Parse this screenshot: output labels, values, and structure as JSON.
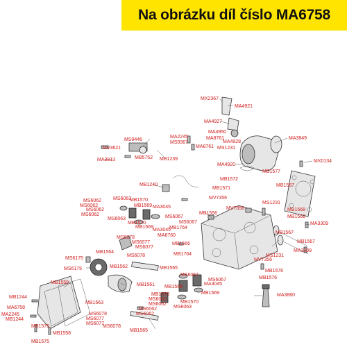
{
  "banner": {
    "text": "Na obrázku díl číslo MA6758",
    "color": "#ffe400"
  },
  "labels": [
    "MX2367",
    "MA4921",
    "MA4927",
    "MA4950",
    "MA8761",
    "MA4928",
    "MS1231",
    "MA3849",
    "MA4920",
    "MB1577",
    "MX0134",
    "MA2245",
    "MS9367",
    "MA8761",
    "MS9446",
    "MV3621",
    "MB5752",
    "MA3813",
    "MB1239",
    "MB1572",
    "MB1571",
    "MB1557",
    "MB1240",
    "MV7356",
    "MS1231",
    "MV7356",
    "MB1568",
    "MB1568",
    "MA3309",
    "MS6062",
    "MS6063",
    "MB1570",
    "MS6062",
    "MB1569",
    "MS6062",
    "MA3045",
    "MS6062",
    "MS6063",
    "MB1570",
    "MS6067",
    "MS6067",
    "MB1569",
    "MA3045",
    "MB1764",
    "MB1556",
    "MA6760",
    "MS6078",
    "MS6077",
    "MS6077",
    "MB1564",
    "MS6078",
    "MB1566",
    "MB1764",
    "MB1567",
    "MB1567",
    "MA3309",
    "MS6175",
    "MS6175",
    "MB1562",
    "MB1565",
    "MS1231",
    "MV7356",
    "MB1576",
    "MB1576",
    "MB1559",
    "MB1561",
    "MS6067",
    "MA3045",
    "MB1569",
    "MS6067",
    "MB1570",
    "MB1569",
    "MS6063",
    "MS6062",
    "MB1570",
    "MS6062",
    "MS6063",
    "MS6062",
    "MB1244",
    "MB1563",
    "MA6758",
    "MA2245",
    "MB1244",
    "MS6078",
    "MS6077",
    "MS6077",
    "MB1575",
    "MS6078",
    "MB1558",
    "MB1575",
    "MB1565",
    "MA3860"
  ]
}
